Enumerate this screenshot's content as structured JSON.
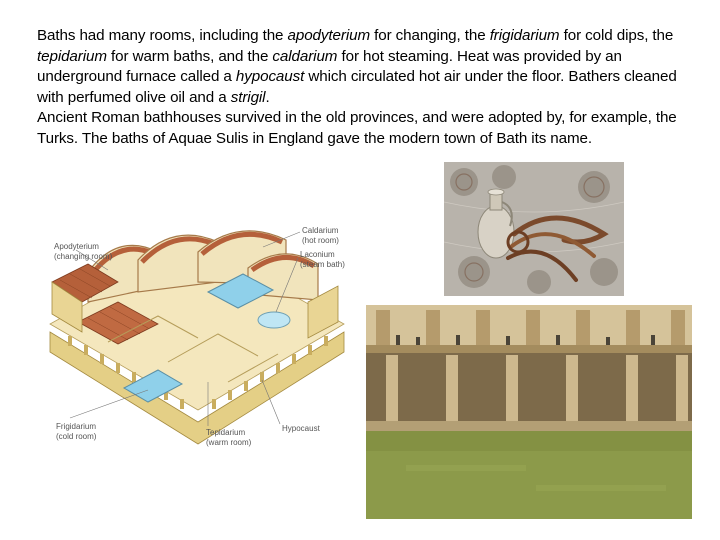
{
  "paragraph1": {
    "t1": "Baths had many rooms, including the ",
    "apodyterium": "apodyterium",
    "t2": " for changing, the ",
    "frigidarium": "frigidarium",
    "t3": " for cold dips, the ",
    "tepidarium": "tepidarium",
    "t4": " for warm baths, and the ",
    "caldarium": "caldarium",
    "t5": " for hot steaming. Heat was provided by an underground furnace called a ",
    "hypocaust": "hypocaust",
    "t6": " which circulated hot air under the floor. Bathers cleaned with perfumed olive oil and a ",
    "strigil": "strigil",
    "t7": "."
  },
  "paragraph2": "Ancient Roman bathhouses survived in the old provinces, and were adopted by, for example, the Turks. The baths of Aquae Sulis in England gave the modern town of Bath its name.",
  "diagram": {
    "labels": {
      "apodyterium_name": "Apodyterium",
      "apodyterium_desc": "(changing room)",
      "caldarium_name": "Caldarium",
      "caldarium_desc": "(hot room)",
      "laconium_name": "Laconium",
      "laconium_desc": "(steam bath)",
      "frigidarium_name": "Frigidarium",
      "frigidarium_desc": "(cold room)",
      "tepidarium_name": "Tepidarium",
      "tepidarium_desc": "(warm room)",
      "hypocaust_name": "Hypocaust"
    }
  },
  "colors": {
    "roof_tile": "#b5603a",
    "vault_cream": "#f1e4bc",
    "wall_yellow": "#e9d594",
    "pool_blue": "#8fd0ea",
    "bath_water": "#8c9a4a"
  }
}
